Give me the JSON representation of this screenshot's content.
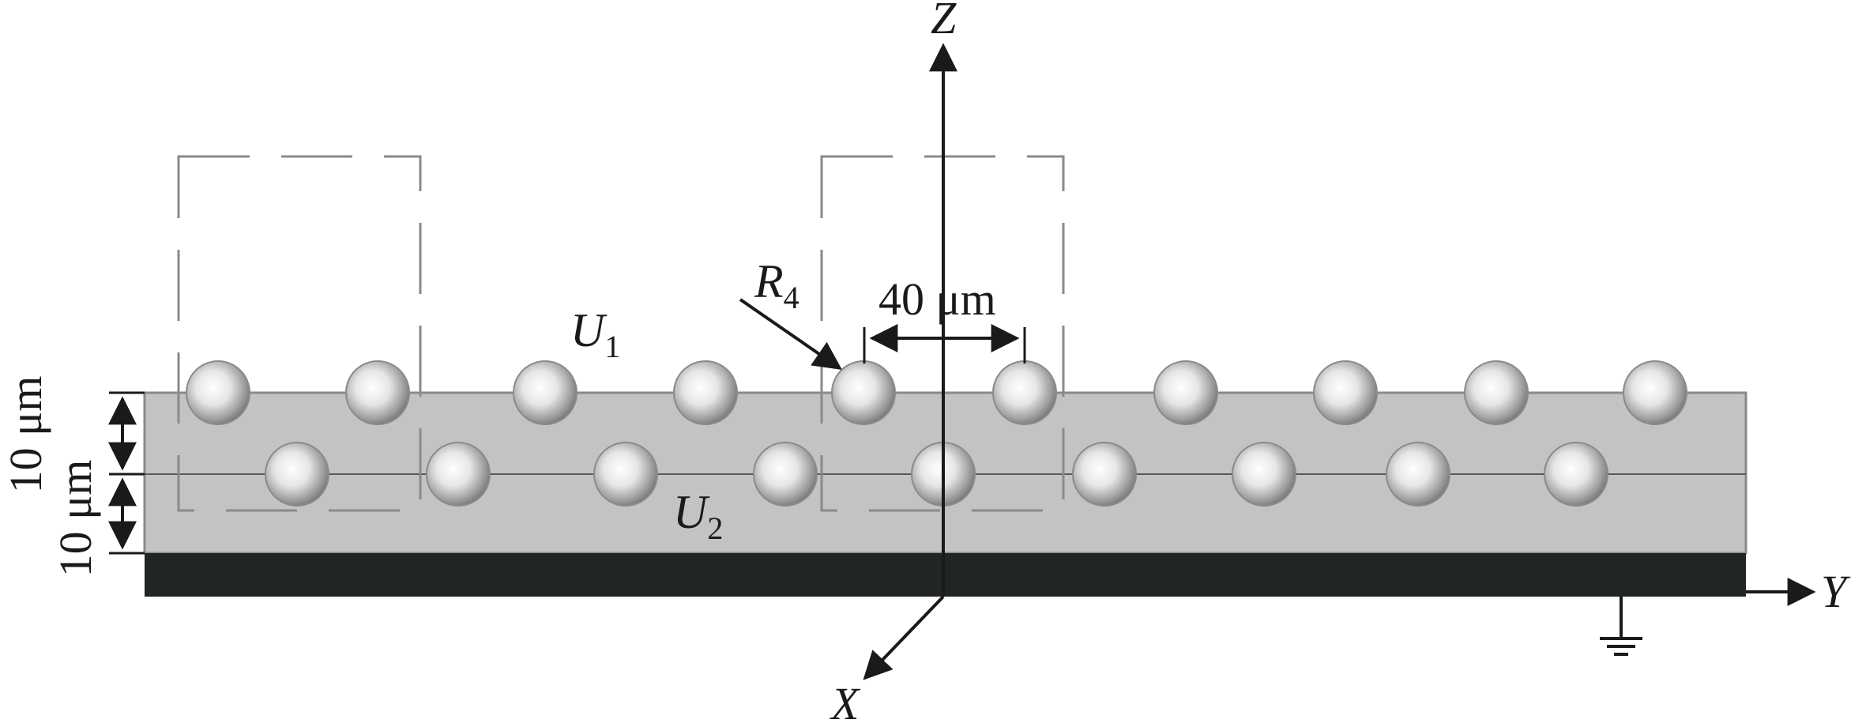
{
  "labels": {
    "axis_z": "Z",
    "axis_y": "Y",
    "axis_x": "X",
    "u1_letter": "U",
    "u1_sub": "1",
    "u2_letter": "U",
    "u2_sub": "2",
    "r4_letter": "R",
    "r4_sub": "4",
    "dim_40": "40 μm",
    "dim_10_top": "10 μm",
    "dim_10_bottom": "10 μm"
  },
  "colors": {
    "substrate": "#c3c3c3",
    "electrode": "#222623",
    "lines": "#1a1a1a",
    "dashed_box": "#8a8a8a"
  },
  "particles": {
    "top_row_count": 10,
    "bottom_row_count": 9
  }
}
